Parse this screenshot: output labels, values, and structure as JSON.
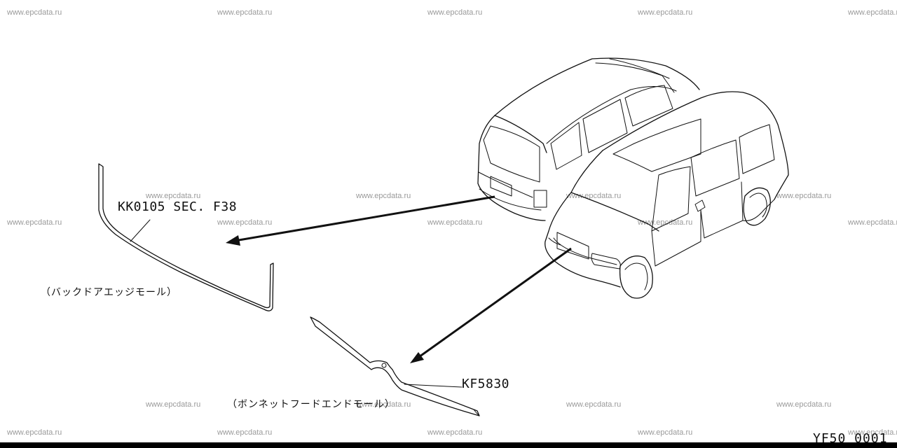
{
  "watermark": "www.epcdata.ru",
  "parts": [
    {
      "part_no": "KK0105 SEC. F38",
      "description": "（バックドアエッジモール）"
    },
    {
      "part_no": "KF5830",
      "description": "（ボンネットフードエンドモール）"
    }
  ],
  "figure_code": "YF50_0001"
}
